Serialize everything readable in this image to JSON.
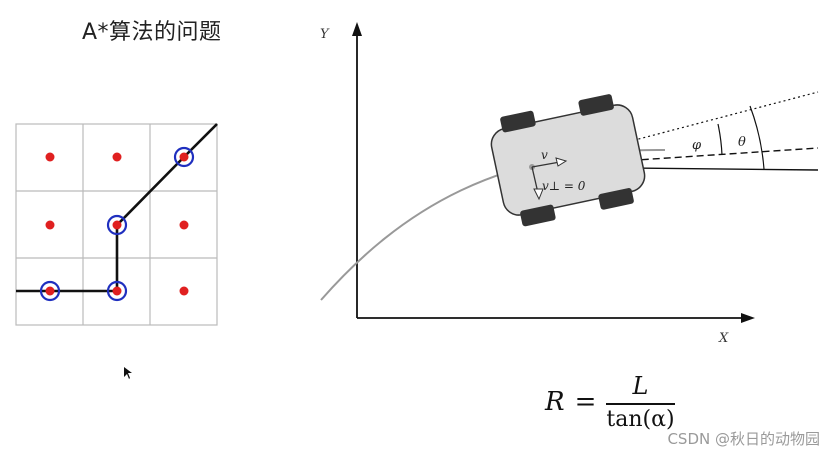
{
  "grid_panel": {
    "title": "A*算法的问题",
    "rows": 3,
    "cols": 3
  },
  "vehicle_panel": {
    "axis_x_label": "X",
    "axis_y_label": "Y",
    "velocity_label": "v",
    "perp_velocity_label": "v⊥ = 0",
    "steer_angle_label": "φ",
    "heading_angle_label": "θ"
  },
  "formula": {
    "lhs": "R",
    "equals": "=",
    "numerator": "L",
    "denominator": "tan(α)"
  },
  "watermark": "CSDN @秋日的动物园",
  "colors": {
    "dot": "#e02020",
    "circle": "#1f2fbf",
    "path": "#111111",
    "grid": "#bbbbbb",
    "car_body": "#dcdcdc",
    "wheel": "#333333"
  }
}
